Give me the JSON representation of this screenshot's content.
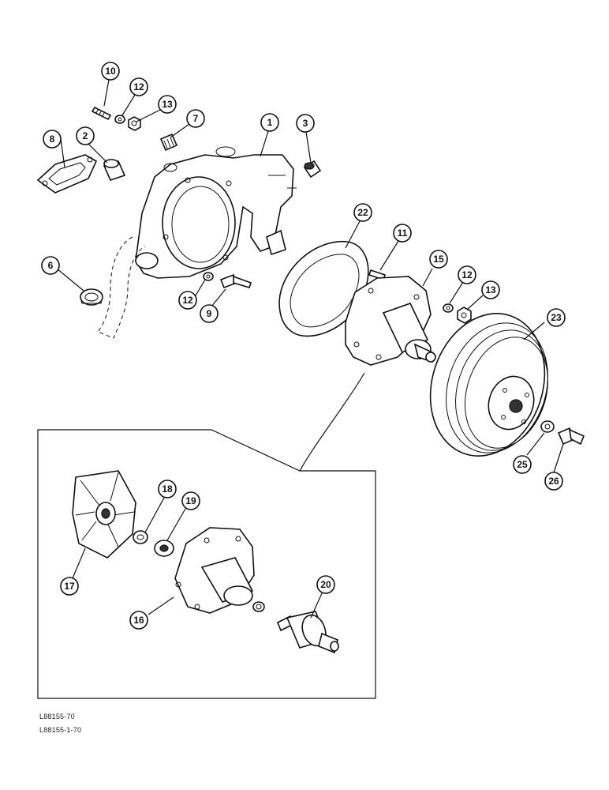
{
  "refs": [
    "L88155-70",
    "L88155-1-70"
  ],
  "callouts": [
    {
      "id": "c10",
      "label": "10"
    },
    {
      "id": "c12a",
      "label": "12"
    },
    {
      "id": "c13a",
      "label": "13"
    },
    {
      "id": "c7",
      "label": "7"
    },
    {
      "id": "c1",
      "label": "1"
    },
    {
      "id": "c3",
      "label": "3"
    },
    {
      "id": "c8",
      "label": "8"
    },
    {
      "id": "c2",
      "label": "2"
    },
    {
      "id": "c22",
      "label": "22"
    },
    {
      "id": "c11",
      "label": "11"
    },
    {
      "id": "c15",
      "label": "15"
    },
    {
      "id": "c12b",
      "label": "12"
    },
    {
      "id": "c13b",
      "label": "13"
    },
    {
      "id": "c6",
      "label": "6"
    },
    {
      "id": "c12c",
      "label": "12"
    },
    {
      "id": "c9",
      "label": "9"
    },
    {
      "id": "c23",
      "label": "23"
    },
    {
      "id": "c25",
      "label": "25"
    },
    {
      "id": "c26",
      "label": "26"
    },
    {
      "id": "c18",
      "label": "18"
    },
    {
      "id": "c19",
      "label": "19"
    },
    {
      "id": "c17",
      "label": "17"
    },
    {
      "id": "c20",
      "label": "20"
    },
    {
      "id": "c16",
      "label": "16"
    }
  ]
}
